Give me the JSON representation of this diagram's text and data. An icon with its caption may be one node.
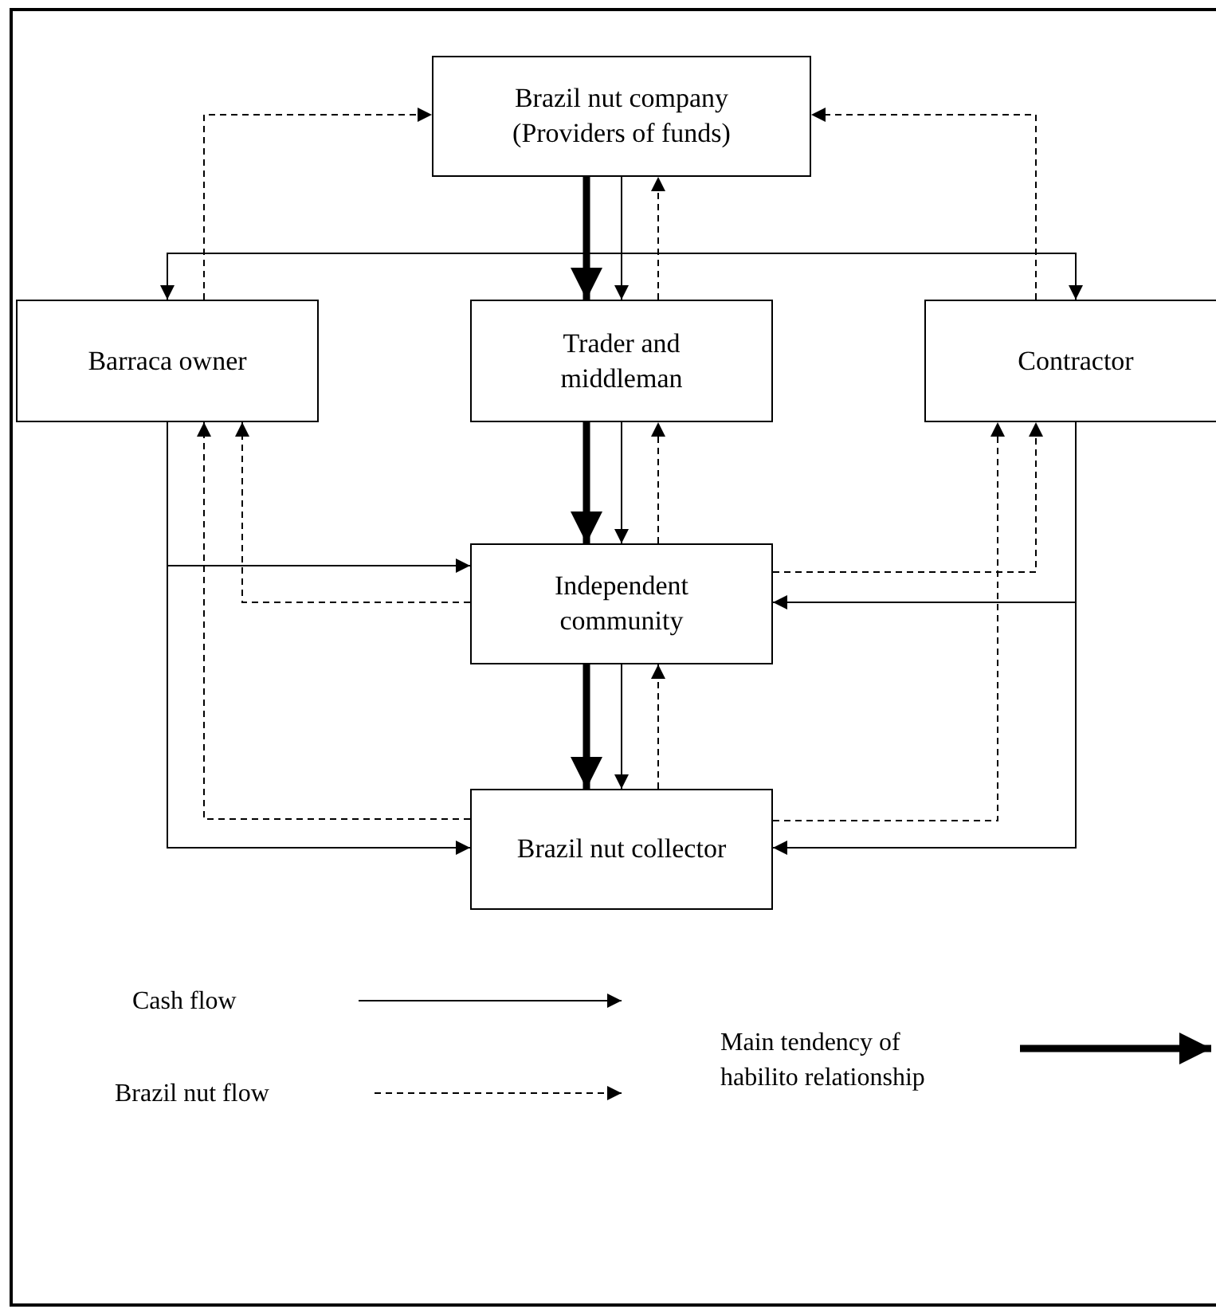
{
  "diagram": {
    "nodes": [
      {
        "text": [
          "Brazil nut company (Providers of funds)"
        ]
      },
      {
        "text": [
          "Barraca owner"
        ]
      },
      {
        "text": [
          "Trader and middleman"
        ]
      },
      {
        "text": [
          "Contractor"
        ]
      },
      {
        "text": [
          "Independent community"
        ]
      },
      {
        "text": [
          "Brazil nut collector"
        ]
      }
    ],
    "edges": [
      {
        "from": 0,
        "to": 2,
        "arrow": "to",
        "style": "thick"
      },
      {
        "from": 0,
        "to": 2,
        "arrow": "to"
      },
      {
        "from": 2,
        "to": 0,
        "arrow": "to",
        "style": "dashed"
      },
      {
        "from": 0,
        "to": 1,
        "arrow": "to"
      },
      {
        "from": 0,
        "to": 3,
        "arrow": "to"
      },
      {
        "from": 1,
        "to": 0,
        "arrow": "to",
        "style": "dashed"
      },
      {
        "from": 3,
        "to": 0,
        "arrow": "to",
        "style": "dashed"
      },
      {
        "from": 2,
        "to": 4,
        "arrow": "to",
        "style": "thick"
      },
      {
        "from": 2,
        "to": 4,
        "arrow": "to"
      },
      {
        "from": 4,
        "to": 2,
        "arrow": "to",
        "style": "dashed"
      },
      {
        "from": 4,
        "to": 5,
        "arrow": "to",
        "style": "thick"
      },
      {
        "from": 4,
        "to": 5,
        "arrow": "to"
      },
      {
        "from": 5,
        "to": 4,
        "arrow": "to",
        "style": "dashed"
      },
      {
        "from": 1,
        "to": 4,
        "arrow": "to"
      },
      {
        "from": 1,
        "to": 5,
        "arrow": "to"
      },
      {
        "from": 4,
        "to": 1,
        "arrow": "to",
        "style": "dashed"
      },
      {
        "from": 5,
        "to": 1,
        "arrow": "to",
        "style": "dashed"
      },
      {
        "from": 3,
        "to": 4,
        "arrow": "to"
      },
      {
        "from": 3,
        "to": 5,
        "arrow": "to"
      },
      {
        "from": 4,
        "to": 3,
        "arrow": "to",
        "style": "dashed"
      },
      {
        "from": 5,
        "to": 3,
        "arrow": "to",
        "style": "dashed"
      }
    ],
    "legend": [
      {
        "text": "Cash flow"
      },
      {
        "text": "Brazil nut flow"
      },
      {
        "text": "Main tendency of habilito relationship"
      }
    ]
  }
}
